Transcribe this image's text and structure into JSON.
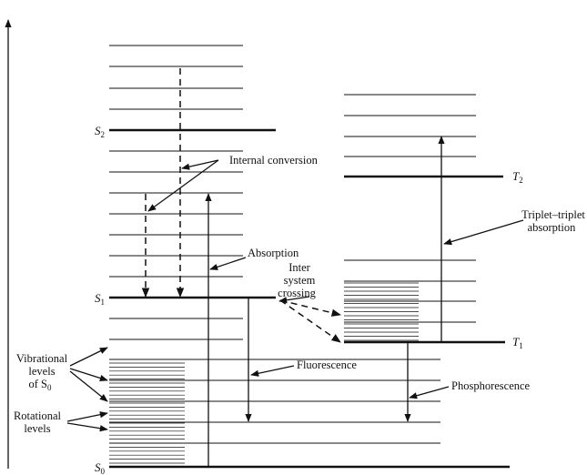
{
  "states": {
    "s0": "S",
    "s0_sub": "0",
    "s1": "S",
    "s1_sub": "1",
    "s2": "S",
    "s2_sub": "2",
    "t1": "T",
    "t1_sub": "1",
    "t2": "T",
    "t2_sub": "2"
  },
  "labels": {
    "internal_conversion": "Internal conversion",
    "absorption": "Absorption",
    "isc_line1": "Inter",
    "isc_line2": "system",
    "isc_line3": "crossing",
    "triplet_line1": "Triplet–triplet",
    "triplet_line2": "absorption",
    "vib_line1": "Vibrational",
    "vib_line2": "levels",
    "vib_line3": "of S",
    "vib_sub": "0",
    "rot_line1": "Rotational",
    "rot_line2": "levels",
    "fluorescence": "Fluorescence",
    "phosphorescence": "Phosphorescence"
  }
}
